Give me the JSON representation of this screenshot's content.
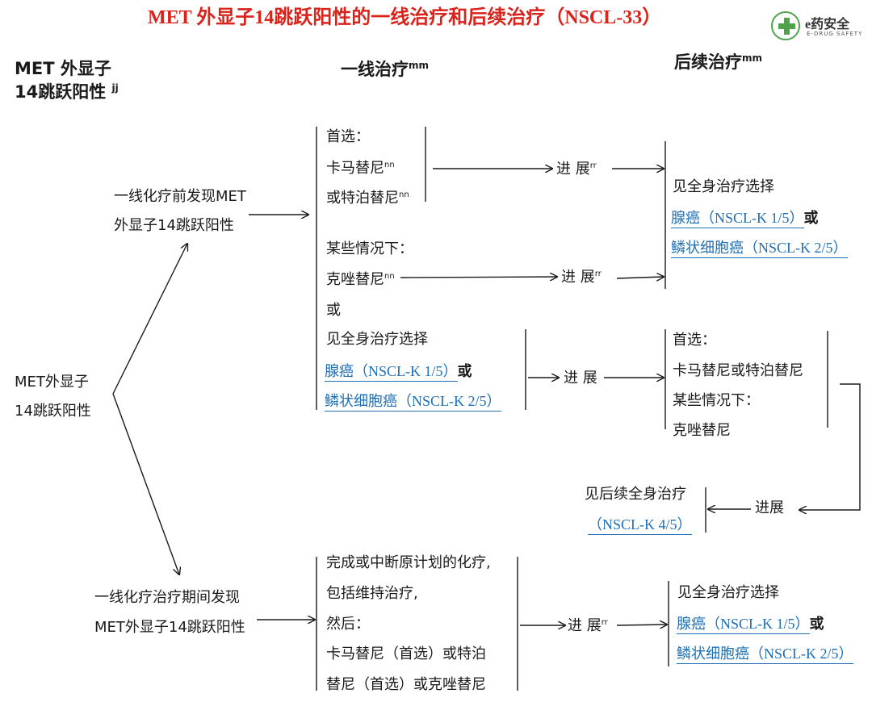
{
  "title": "MET 外显子14跳跃阳性的一线治疗和后续治疗（NSCL-33）",
  "logo": {
    "text": "e药安全",
    "subtext": "E-DRUG SAFETY",
    "color": "#4fa34b"
  },
  "colors": {
    "title": "#d9241c",
    "link": "#1e6fb5"
  },
  "headers": {
    "col1_line1": "MET 外显子",
    "col1_line2": "14跳跃阳性",
    "col1_sup": "jj",
    "col2": "一线治疗",
    "col2_sup": "mm",
    "col3": "后续治疗",
    "col3_sup": "mm"
  },
  "root": {
    "line1": "MET外显子",
    "line2": "14跳跃阳性"
  },
  "branch_before": {
    "line1": "一线化疗前发现MET",
    "line2": "外显子14跳跃阳性"
  },
  "branch_during": {
    "line1": "一线化疗治疗期间发现",
    "line2": "MET外显子14跳跃阳性"
  },
  "first_line": {
    "preferred_label": "首选：",
    "drug1": "卡马替尼",
    "drug1_sup": "nn",
    "drug2": "或特泊替尼",
    "drug2_sup": "nn",
    "some_cases_label": "某些情况下：",
    "crizotinib": "克唑替尼",
    "crizotinib_sup": "nn",
    "or": "或",
    "systemic": "见全身治疗选择",
    "adeno_link": "腺癌（NSCL-K 1/5）",
    "or_bold": "或",
    "squamous_link": "鳞状细胞癌（NSCL-K 2/5）"
  },
  "progression": {
    "p1": "进 展",
    "p1_sup": "rr",
    "p2": "进 展",
    "p2_sup": "rr",
    "p3": "进 展",
    "p4": "进展",
    "p5": "进 展",
    "p5_sup": "rr"
  },
  "subsequent_a": {
    "systemic": "见全身治疗选择",
    "adeno_link": "腺癌（NSCL-K 1/5）",
    "or_bold": "或",
    "squamous_link": "鳞状细胞癌（NSCL-K 2/5）"
  },
  "subsequent_b": {
    "preferred_label": "首选：",
    "drugs": "卡马替尼或特泊替尼",
    "some_cases_label": "某些情况下：",
    "crizotinib": "克唑替尼"
  },
  "subsequent_c": {
    "line1": "见后续全身治疗",
    "link": "（NSCL-K 4/5）"
  },
  "during_first_line": {
    "line1": "完成或中断原计划的化疗,",
    "line2": "包括维持治疗,",
    "line3": "然后：",
    "line4": "卡马替尼（首选）或特泊",
    "line5": "替尼（首选）或克唑替尼"
  },
  "subsequent_d": {
    "systemic": "见全身治疗选择",
    "adeno_link": "腺癌（NSCL-K 1/5）",
    "or_bold": "或",
    "squamous_link": "鳞状细胞癌（NSCL-K 2/5）"
  }
}
